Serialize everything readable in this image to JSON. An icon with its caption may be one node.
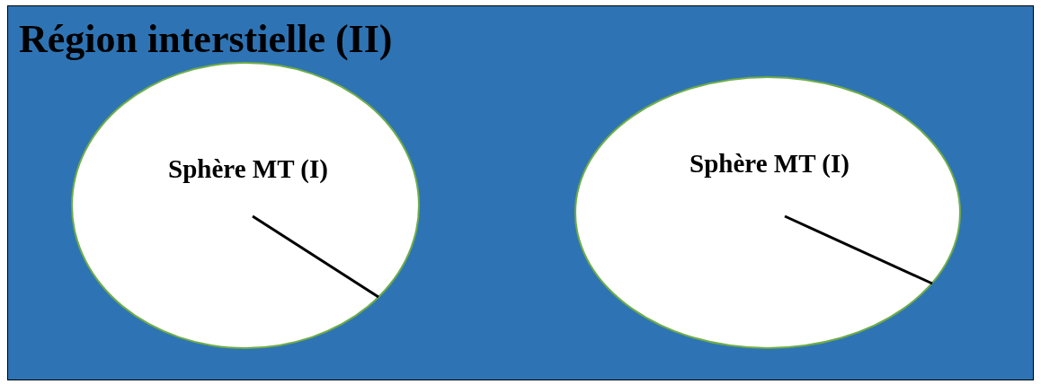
{
  "diagram": {
    "nodes": [
      {
        "text": [
          "Région interstielle (II)"
        ]
      },
      {
        "text": [
          "Sphère MT (I)"
        ],
        "in": 0
      },
      {
        "text": [
          "Sphère MT (I)"
        ],
        "in": 0
      }
    ]
  }
}
